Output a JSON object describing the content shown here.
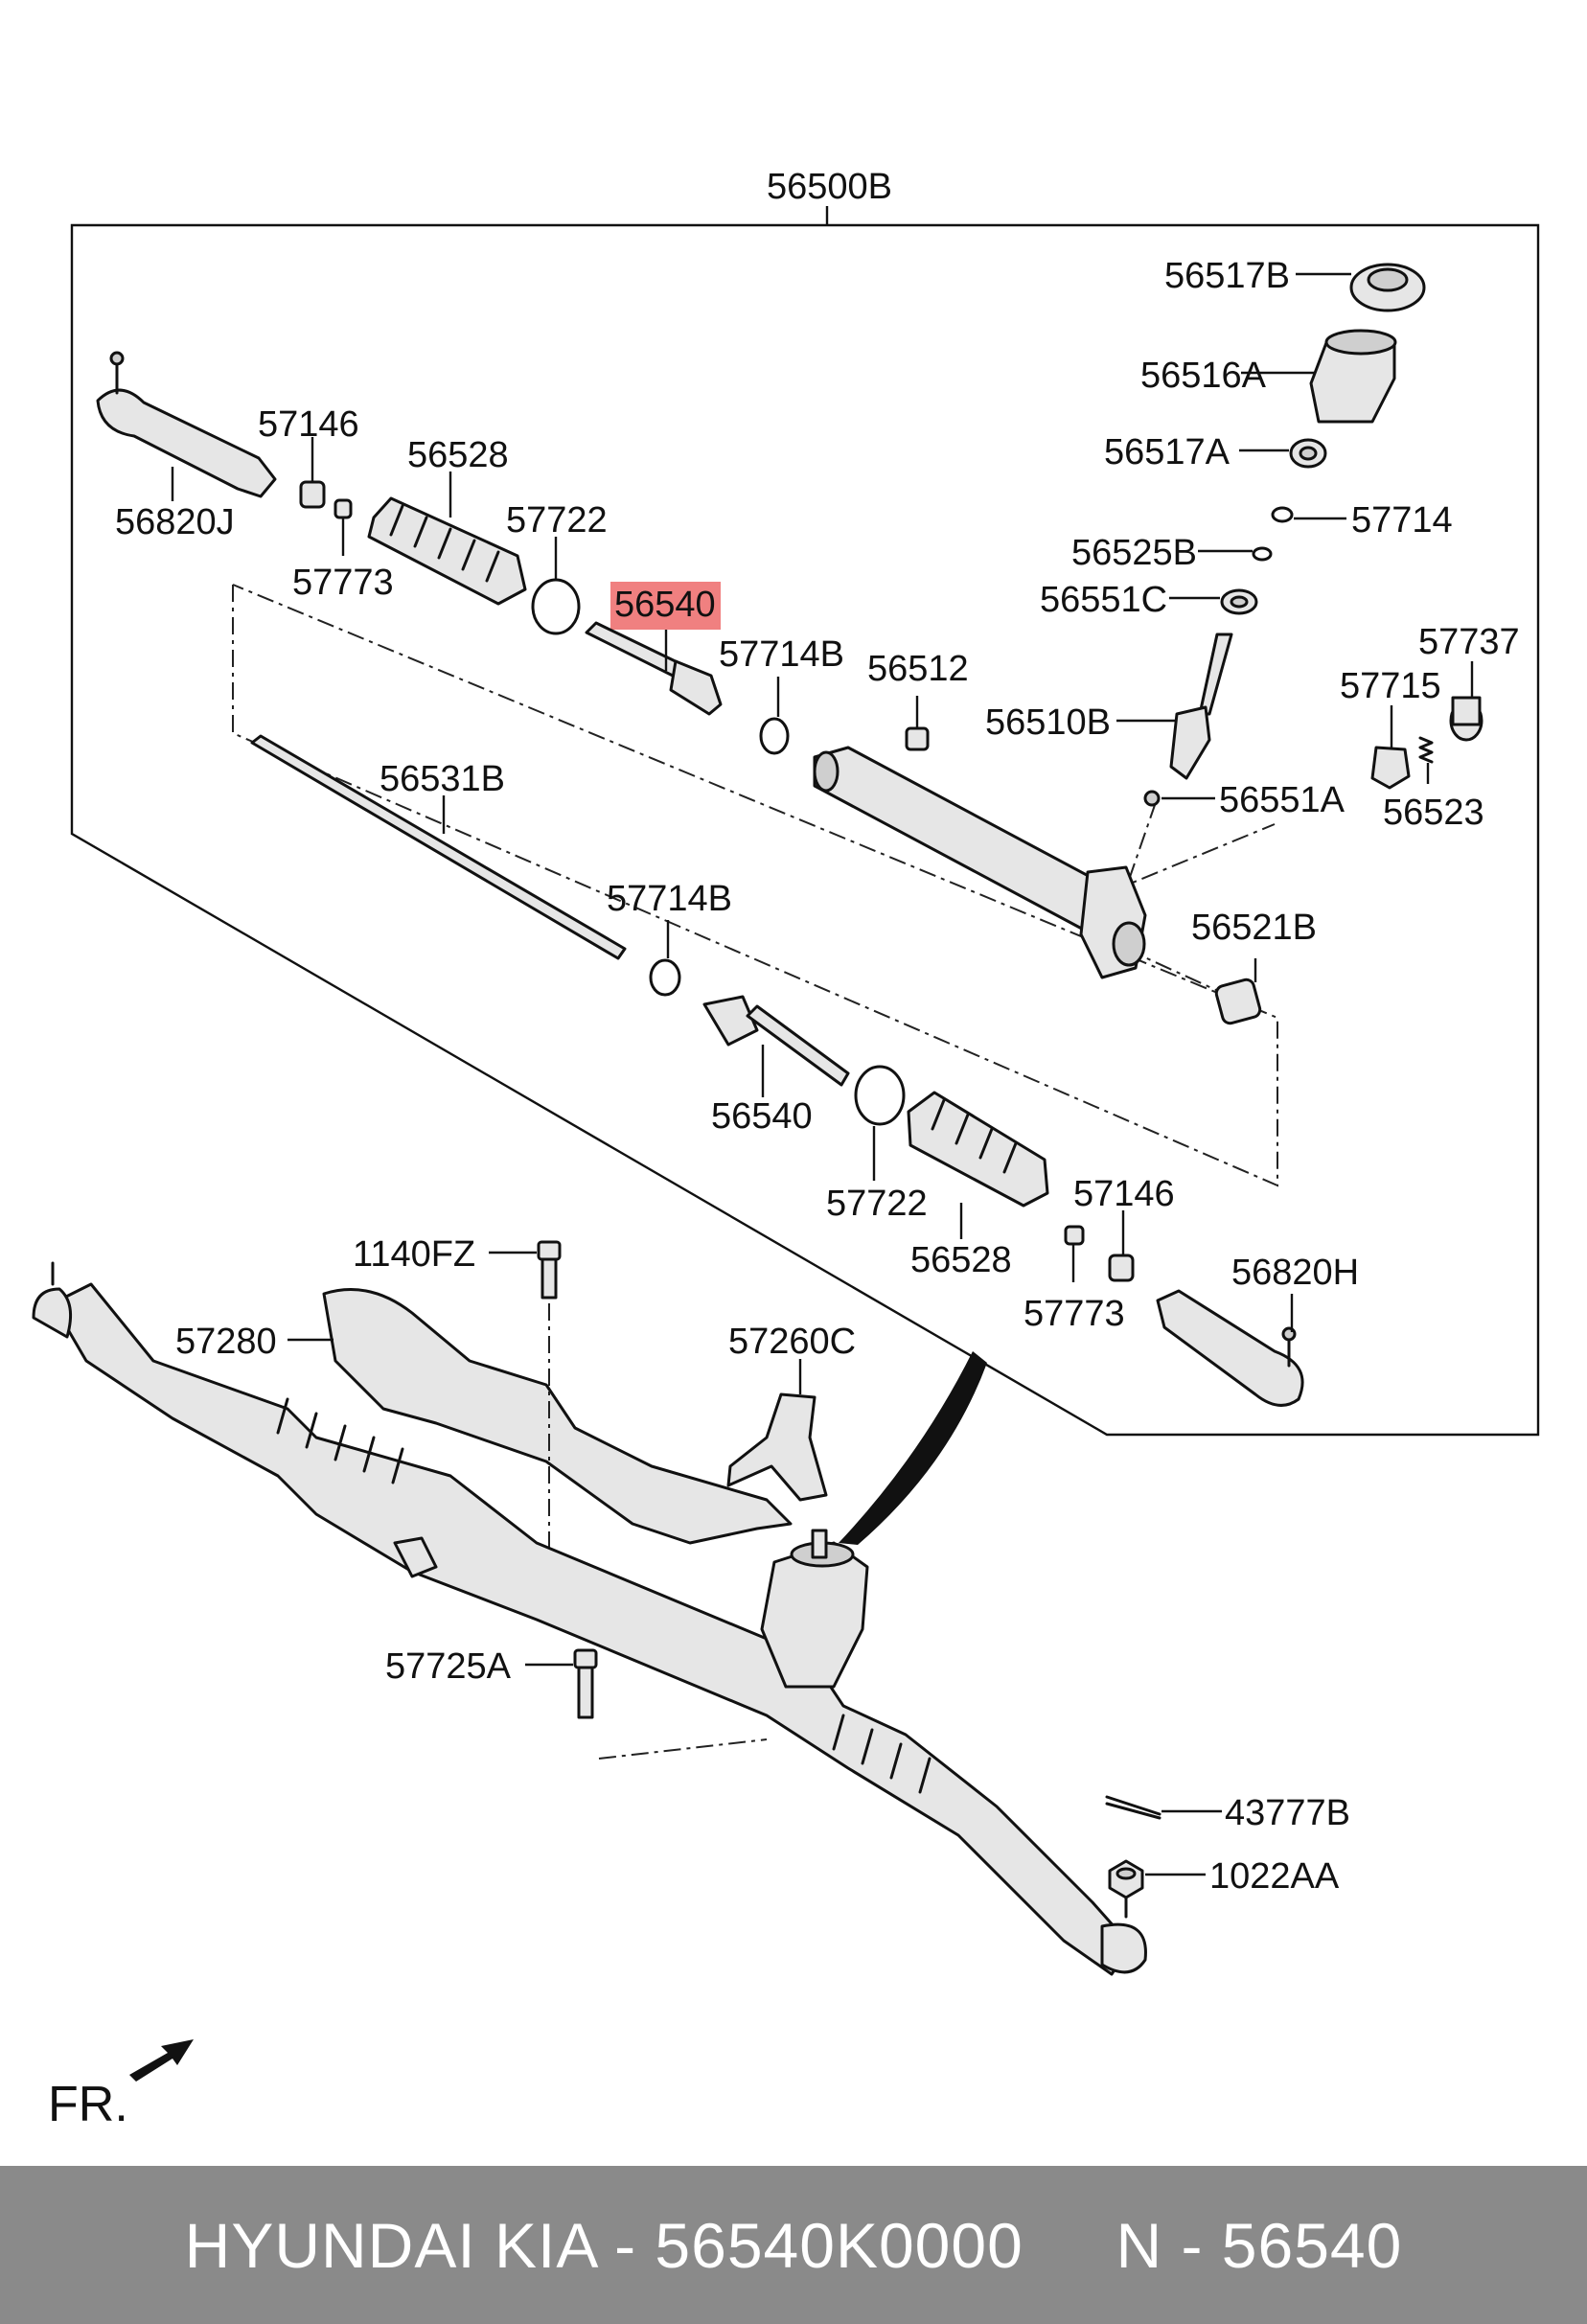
{
  "diagram": {
    "assembly_label": "56500B",
    "highlighted_part": "56540",
    "highlight_color": "#f08080",
    "labels": {
      "p56517B": "56517B",
      "p56516A": "56516A",
      "p56517A": "56517A",
      "p57714": "57714",
      "p56525B": "56525B",
      "p56551C": "56551C",
      "p57737": "57737",
      "p57715": "57715",
      "p56523": "56523",
      "p56510B": "56510B",
      "p56551A": "56551A",
      "p56512": "56512",
      "p57714B_top": "57714B",
      "p56540_top": "56540",
      "p57722_top": "57722",
      "p56528_top": "56528",
      "p57146_top": "57146",
      "p57773_top": "57773",
      "p56820J": "56820J",
      "p56531B": "56531B",
      "p57714B_mid": "57714B",
      "p56521B": "56521B",
      "p56540_bottom": "56540",
      "p57722_bottom": "57722",
      "p56528_bottom": "56528",
      "p57146_bottom": "57146",
      "p57773_bottom": "57773",
      "p56820H": "56820H",
      "p1140FZ": "1140FZ",
      "p57280": "57280",
      "p57260C": "57260C",
      "p57725A": "57725A",
      "p43777B": "43777B",
      "p1022AA": "1022AA"
    },
    "front_marker": "FR."
  },
  "footer": {
    "text": "HYUNDAI KIA - 56540K0000     N - 56540",
    "background": "#8a8a8a"
  }
}
